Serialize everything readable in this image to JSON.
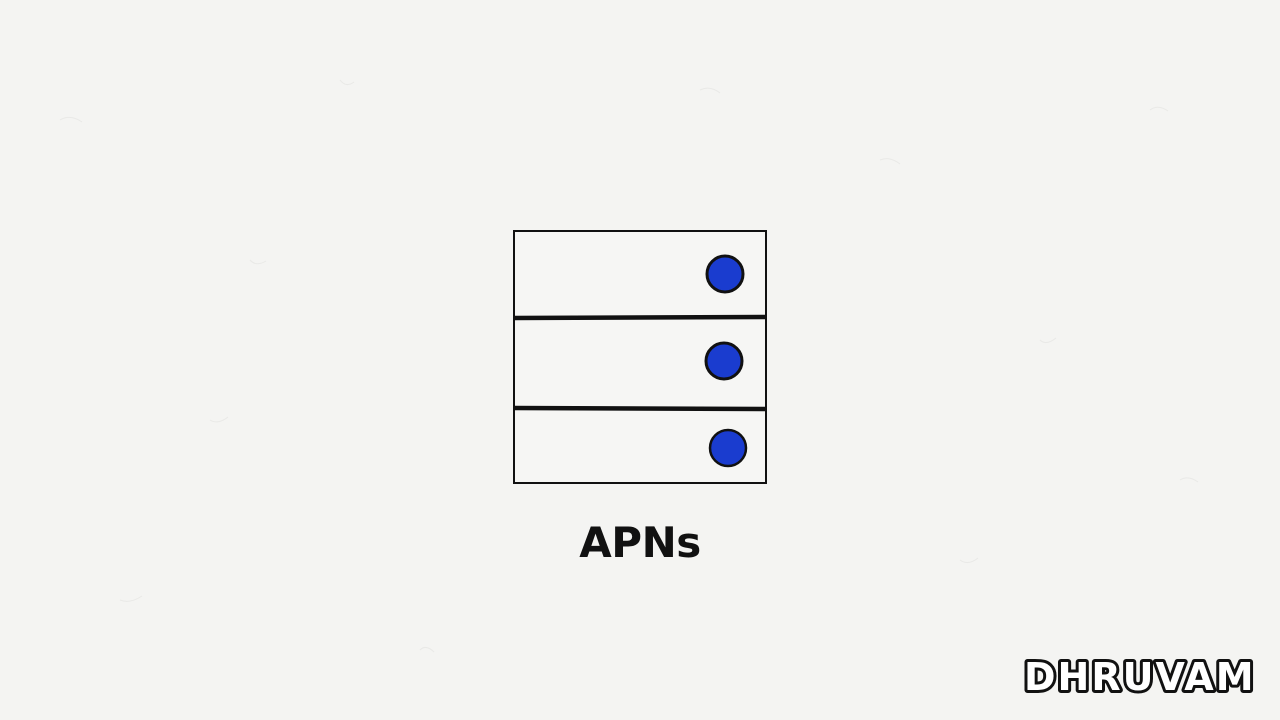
{
  "diagram": {
    "node": {
      "label": "APNs",
      "icon": "server-rack-icon",
      "unit_count": 3,
      "indicator_color": "#1a3ccf",
      "outline_color": "#111111"
    }
  },
  "branding": {
    "watermark": "DHRUVAM"
  },
  "colors": {
    "background": "#f4f4f2",
    "text": "#111111"
  }
}
